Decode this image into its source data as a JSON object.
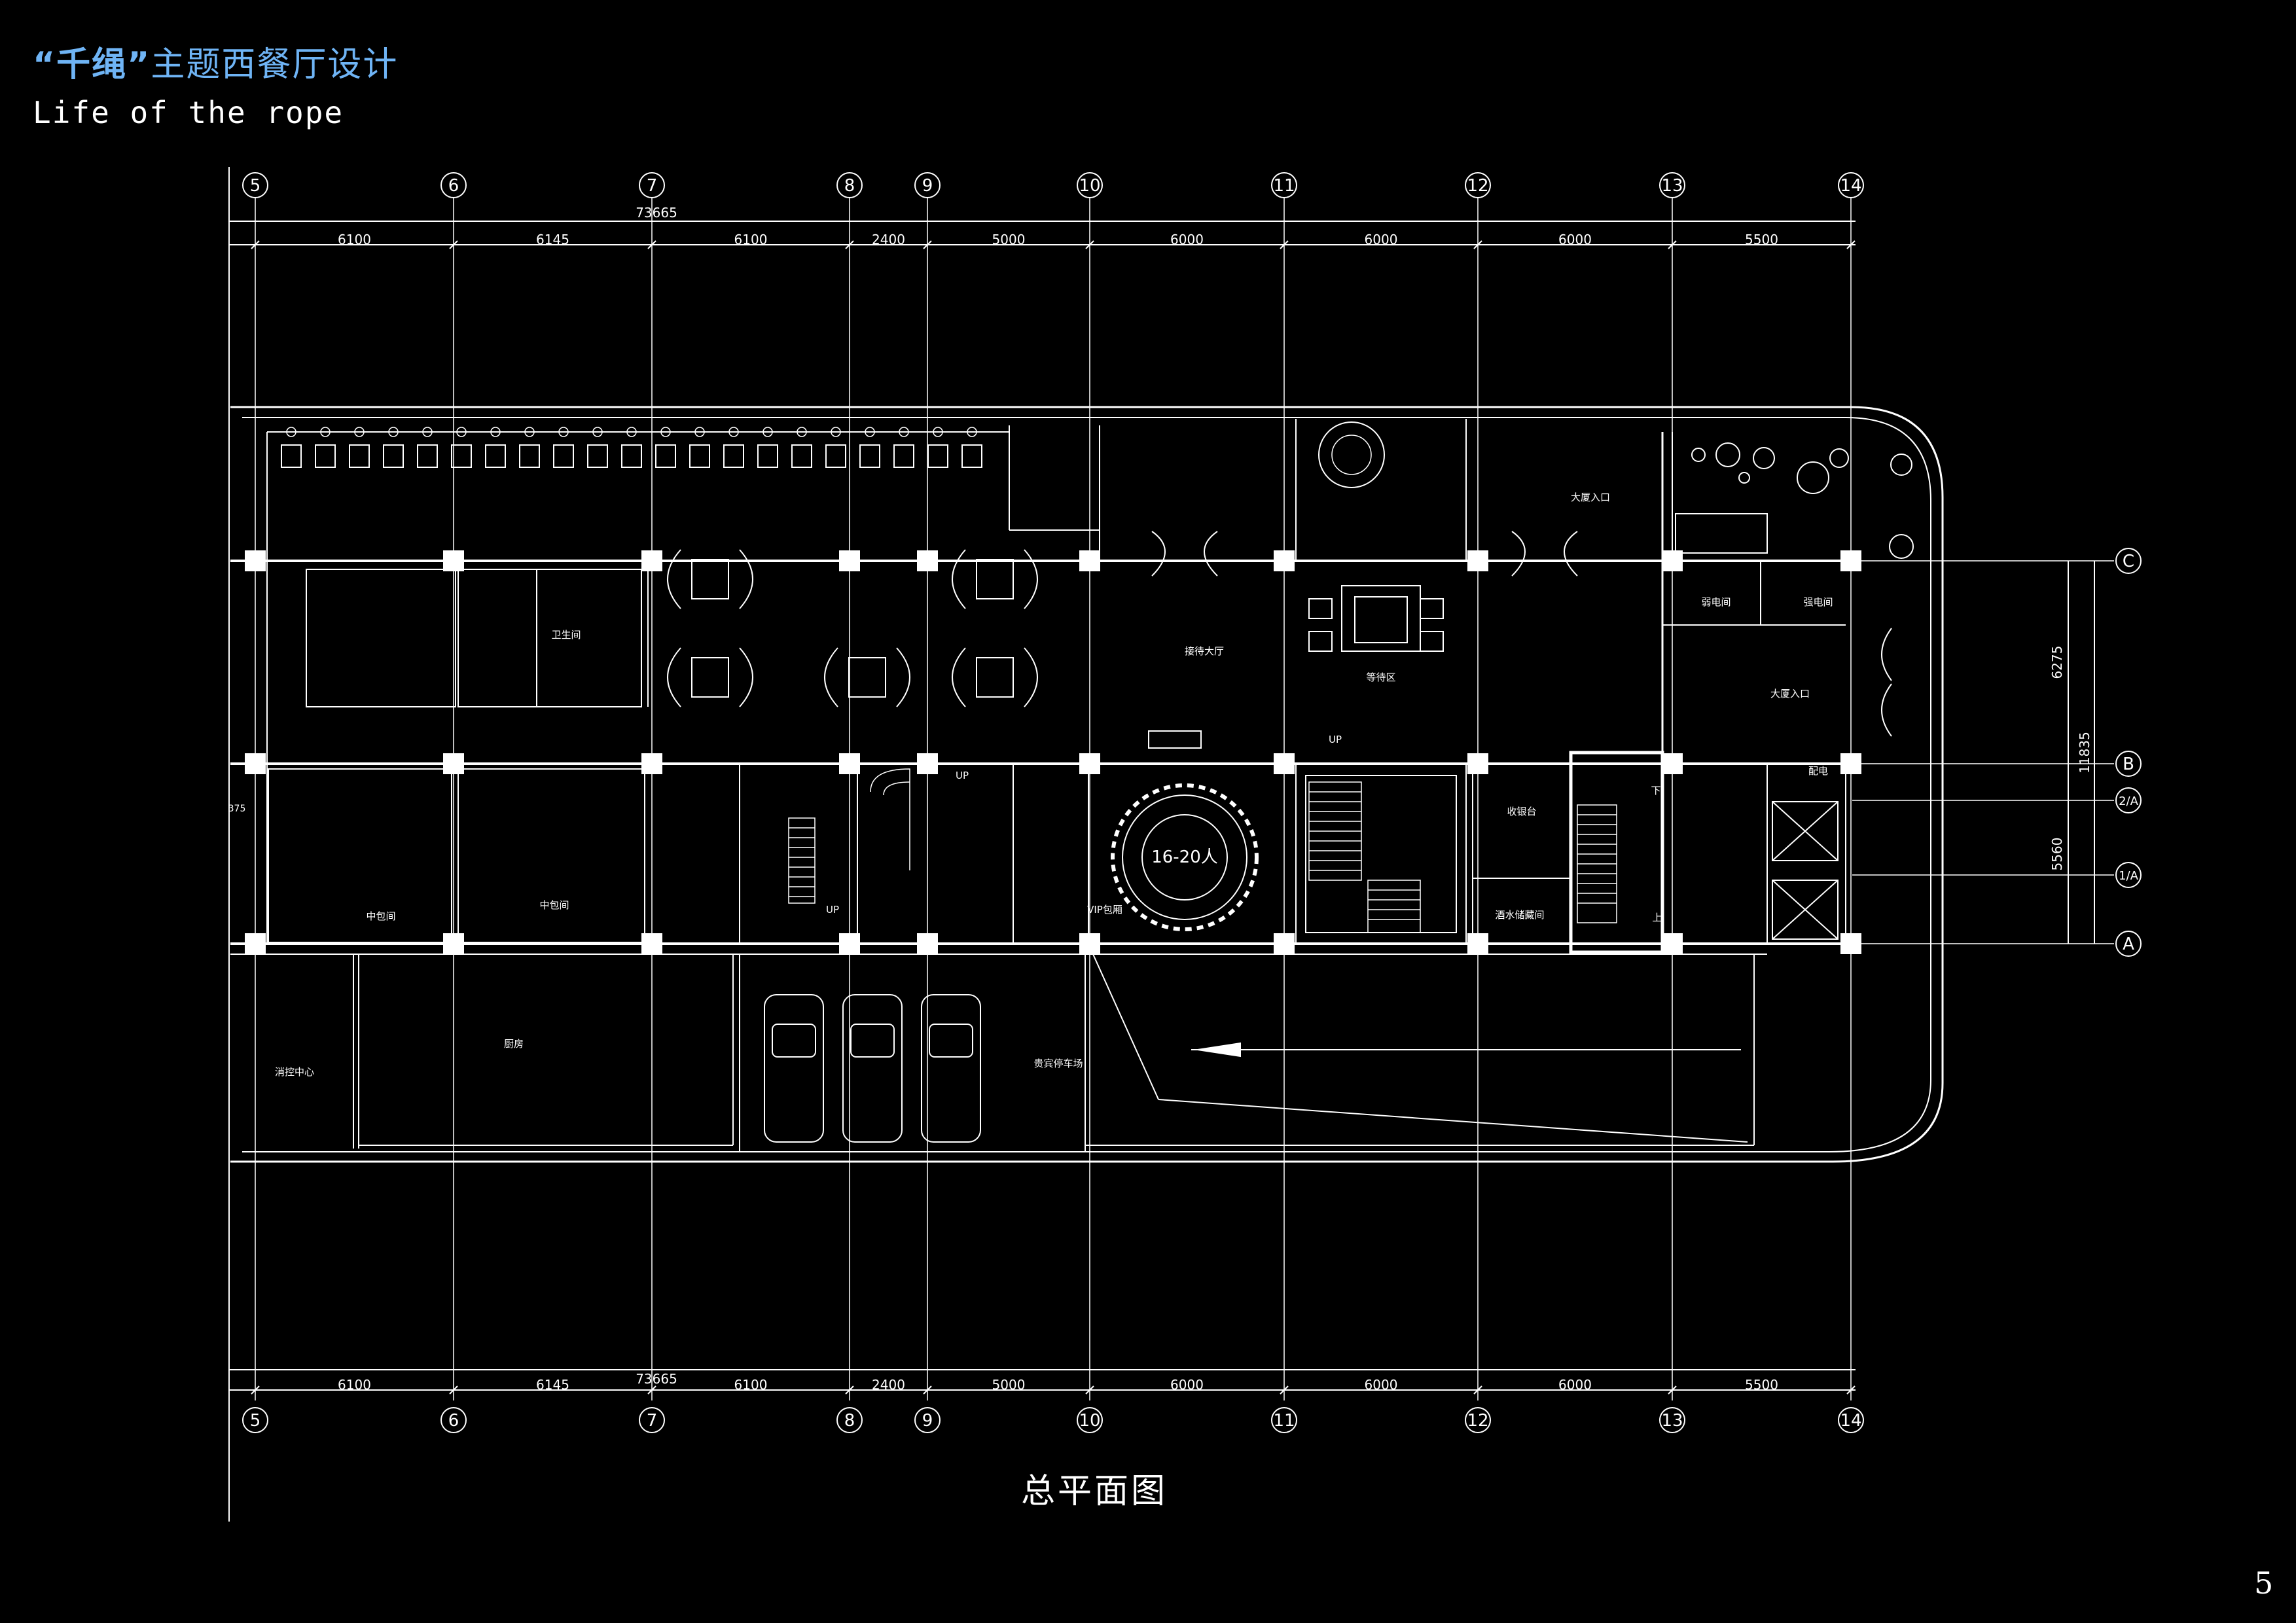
{
  "header": {
    "title_quoted": "“千绳”",
    "title_rest": "主题西餐厅设计",
    "subtitle": "Life of the rope"
  },
  "plan": {
    "caption": "总平面图",
    "overall_dimension": "73665",
    "grid_columns": [
      "5",
      "6",
      "7",
      "8",
      "9",
      "10",
      "11",
      "12",
      "13",
      "14"
    ],
    "bay_dimensions": [
      "6100",
      "6145",
      "6100",
      "2400",
      "5000",
      "6000",
      "6000",
      "6000",
      "5500"
    ],
    "grid_rows": [
      "C",
      "B",
      "2/A",
      "1/A",
      "A"
    ],
    "row_dimensions": {
      "total": "11835",
      "upper": "6275",
      "lower": "5560"
    },
    "rooms": {
      "lobby_entrance_top": "大厦入口",
      "lobby_entrance_side": "大厦入口",
      "weak_electric": "弱电间",
      "strong_electric": "强电间",
      "reception_hall": "接待大厅",
      "waiting_area": "等待区",
      "restroom": "卫生间",
      "private_room_1": "中包间",
      "private_room_2": "中包间",
      "vip_room": "VIP包厢",
      "round_table": "16-20人",
      "cashier": "收银台",
      "wine_storage": "酒水储藏间",
      "power_room": "配电",
      "kitchen": "厨房",
      "fire_control": "消控中心",
      "vip_parking": "贵宾停车场",
      "up_1": "UP",
      "up_2": "UP",
      "up_3": "UP",
      "down": "下",
      "up_cn": "上"
    },
    "dim_small": "375"
  },
  "page_number": "5",
  "colors": {
    "title": "#6fb4f5",
    "lines": "#ffffff",
    "background": "#000000"
  }
}
